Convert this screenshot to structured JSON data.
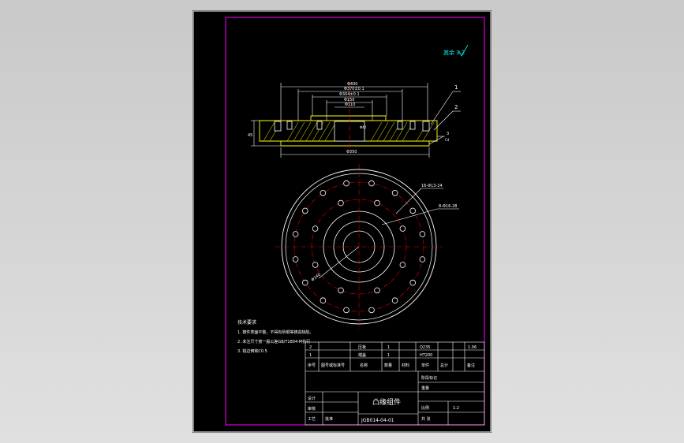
{
  "drawing": {
    "roughness_symbol": "其余 3.2",
    "dims": {
      "overall": "Φ400",
      "d1": "Φ370±0.1",
      "d2": "Φ304±0.1",
      "d3": "Φ150",
      "d4": "Φ110",
      "d5": "Φ40",
      "bottom": "Φ350",
      "left_h": "45",
      "right_h": "3",
      "chamfer": "C4",
      "bolt_circle": "Φ340",
      "hole_note_1": "16-Φ13-24",
      "hole_note_2": "8-Φ16-28"
    },
    "leaders": [
      "1",
      "2"
    ],
    "tech_req": {
      "title": "技术要求",
      "lines": [
        "1. 铸件表面平整，不得有砂眼等铸造缺陷。",
        "2. 未注尺寸按一般公差GB/T1804-M执行",
        "3. 锐边倒钝C0.5"
      ]
    },
    "parts_list": {
      "row1": [
        "2",
        "",
        "压板",
        "",
        "1",
        "Q235",
        "",
        "",
        "1.06"
      ],
      "row2": [
        "1",
        "",
        "端盖",
        "",
        "1",
        "HT200",
        "",
        "",
        ""
      ],
      "header": [
        "序号",
        "图号或标准号",
        "名称",
        "数量",
        "材料",
        "单件",
        "总计",
        "备注"
      ]
    },
    "title_block": {
      "part_name": "凸缘组件",
      "drawing_no": "JGB014-04-01",
      "scale_label": "比例",
      "scale": "1:2",
      "sheet_label": "共 张",
      "labels": [
        "设计",
        "审核",
        "工艺",
        "批准"
      ],
      "misc": [
        "阶段标记",
        "重量",
        "比例"
      ]
    }
  }
}
